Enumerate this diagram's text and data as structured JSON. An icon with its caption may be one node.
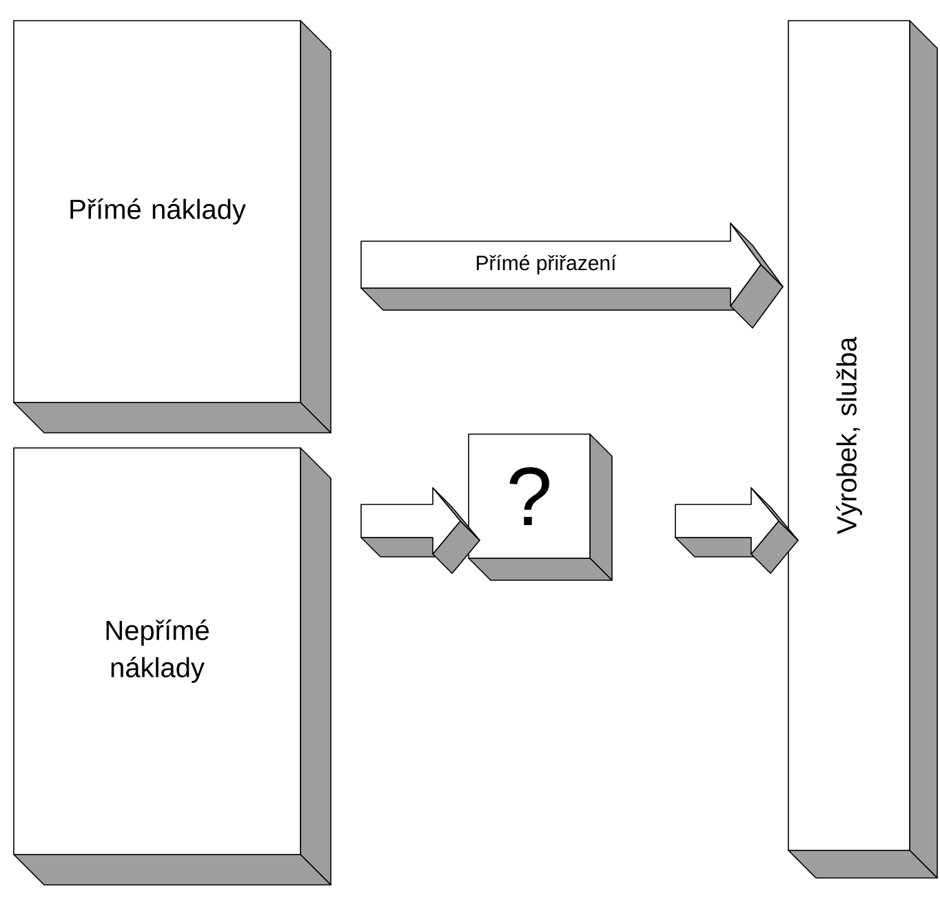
{
  "diagram": {
    "nodes": [
      {
        "text": [
          "Přímé náklady"
        ]
      },
      {
        "text": [
          "Nepřímé náklady"
        ]
      },
      {
        "text": [
          "?"
        ]
      },
      {
        "text": [
          "Výrobek, služba"
        ]
      }
    ],
    "edges": [
      {
        "from": 0,
        "to": 3,
        "arrow": "to",
        "label": "Přímé přiřazení"
      },
      {
        "from": 1,
        "to": 2,
        "arrow": "to"
      },
      {
        "from": 2,
        "to": 3,
        "arrow": "to"
      }
    ]
  }
}
